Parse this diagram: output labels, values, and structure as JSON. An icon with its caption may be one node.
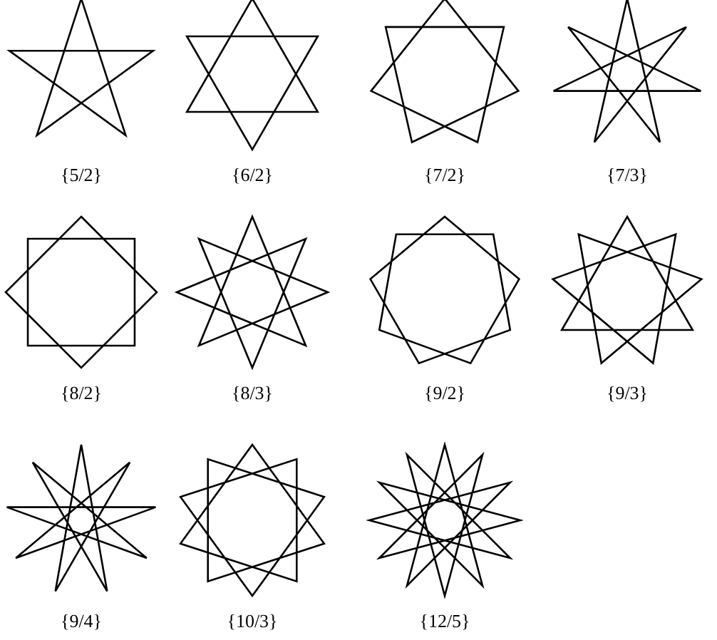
{
  "diagram": {
    "labels": [
      "{5/2}",
      "{6/2}",
      "{7/2}",
      "{7/3}",
      "{8/2}",
      "{8/3}",
      "{9/2}",
      "{9/3}",
      "{9/4}",
      "{10/3}",
      "{12/5}"
    ]
  }
}
